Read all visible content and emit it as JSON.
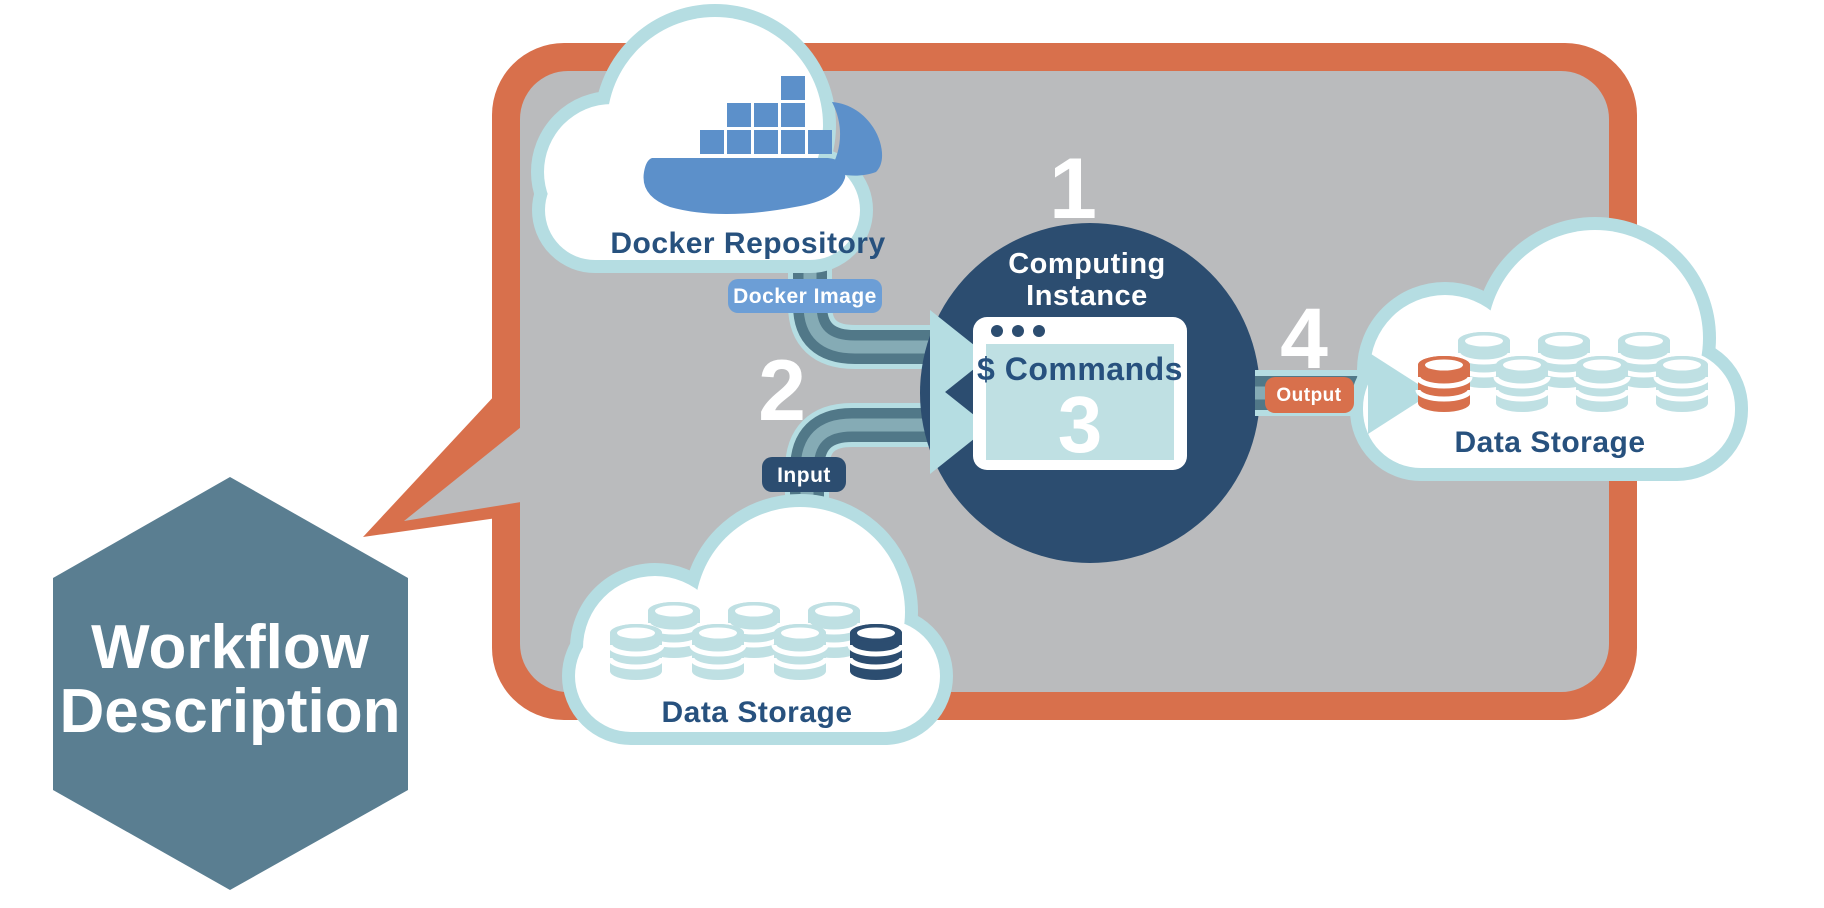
{
  "hexagon": {
    "line1": "Workflow",
    "line2": "Description"
  },
  "steps": {
    "s1": "1",
    "s2": "2",
    "s3": "3",
    "s4": "4"
  },
  "docker_repository": {
    "label": "Docker Repository",
    "icon": "docker-whale-icon"
  },
  "computing_instance": {
    "label_line1": "Computing",
    "label_line2": "Instance"
  },
  "terminal": {
    "command_text": "$ Commands",
    "icon": "terminal-window-icon"
  },
  "data_storage_left": {
    "label": "Data Storage",
    "icon": "database-cylinders-icon"
  },
  "data_storage_right": {
    "label": "Data Storage",
    "icon": "database-cylinders-icon"
  },
  "connections": {
    "docker_image": "Docker Image",
    "input": "Input",
    "output": "Output"
  },
  "colors": {
    "orange": "#D8704C",
    "panel_gray": "#BABBBD",
    "navy": "#2C4D70",
    "steel_blue": "#5A7E91",
    "docker_blue": "#5C90CA",
    "label_blue": "#6C9ED6",
    "light_blue": "#B5DDE2",
    "terminal_teal": "#BFE0E3",
    "text_navy": "#27517E",
    "pipe_dark": "#517888",
    "pipe_highlight": "#85ABB5",
    "white": "#FFFFFF"
  }
}
